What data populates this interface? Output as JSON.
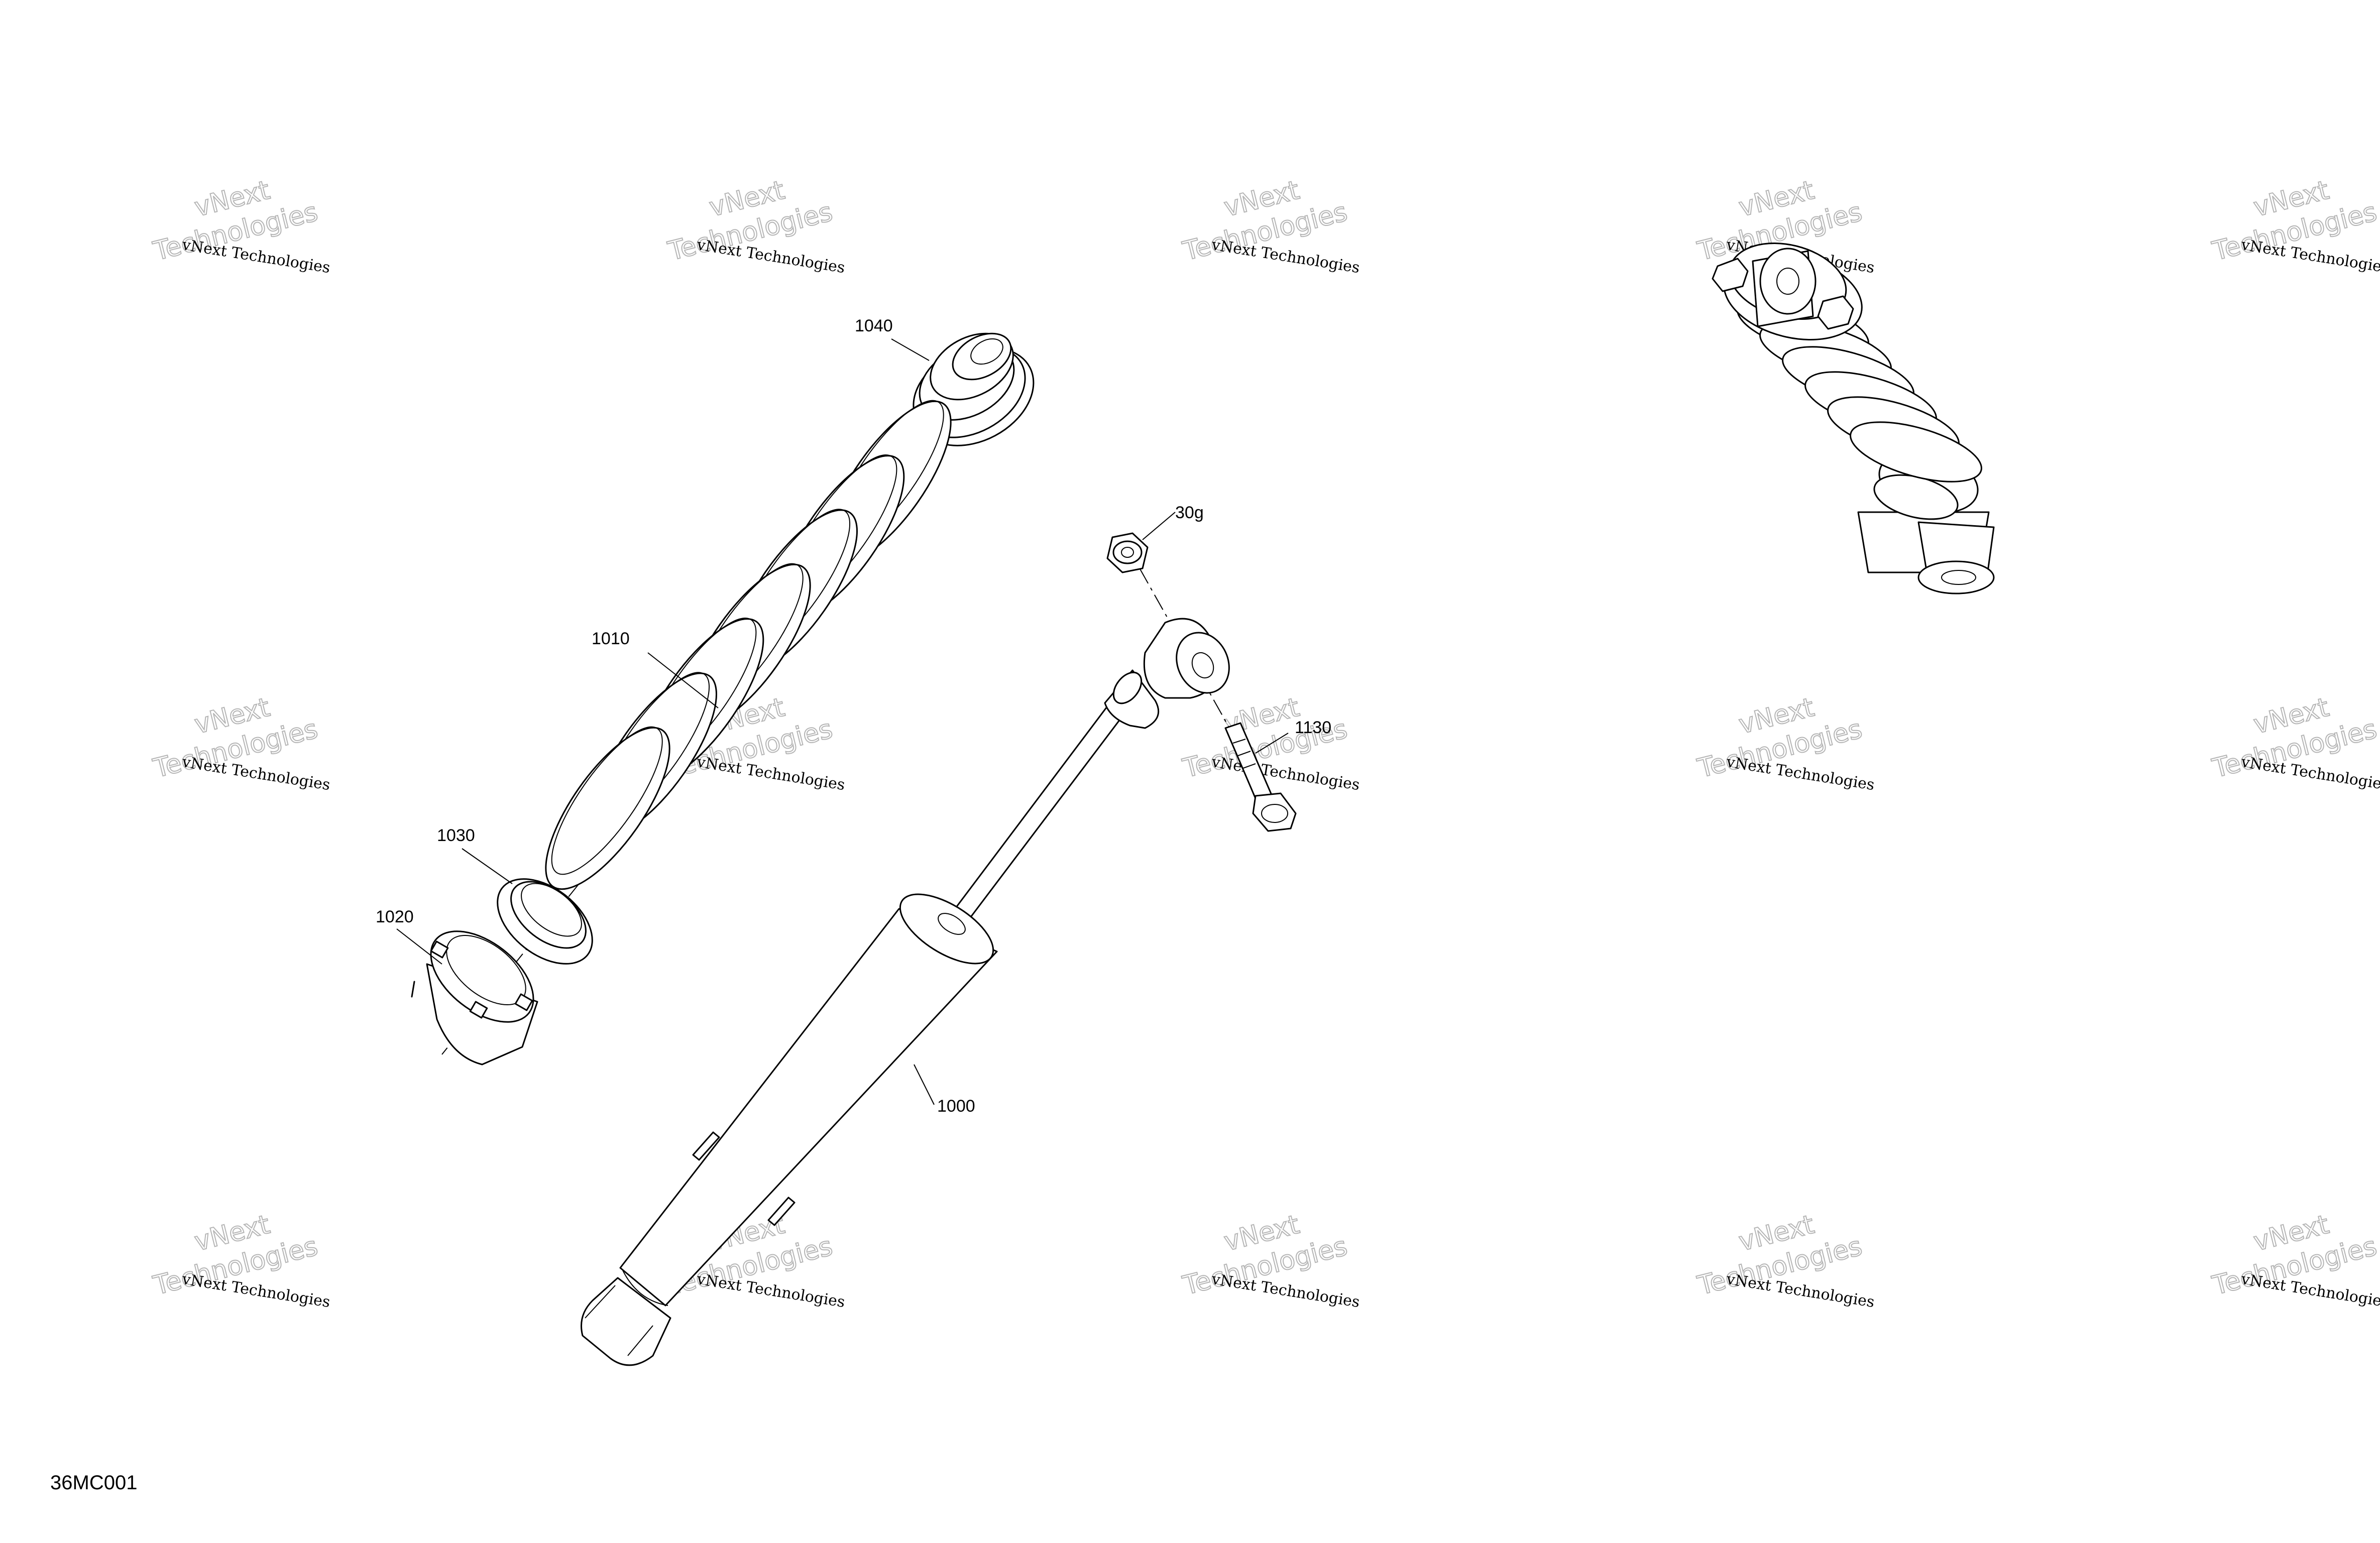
{
  "diagram": {
    "figure_code": "36MC001",
    "watermark": {
      "line1": "vNext",
      "line2": "Technologies",
      "small": "vNext Technologies"
    },
    "parts": [
      {
        "id": "1000",
        "label": "1000"
      },
      {
        "id": "1010",
        "label": "1010"
      },
      {
        "id": "1020",
        "label": "1020"
      },
      {
        "id": "1030",
        "label": "1030"
      },
      {
        "id": "1040",
        "label": "1040"
      },
      {
        "id": "1130",
        "label": "1130"
      },
      {
        "id": "30g",
        "label": "30g"
      }
    ]
  }
}
